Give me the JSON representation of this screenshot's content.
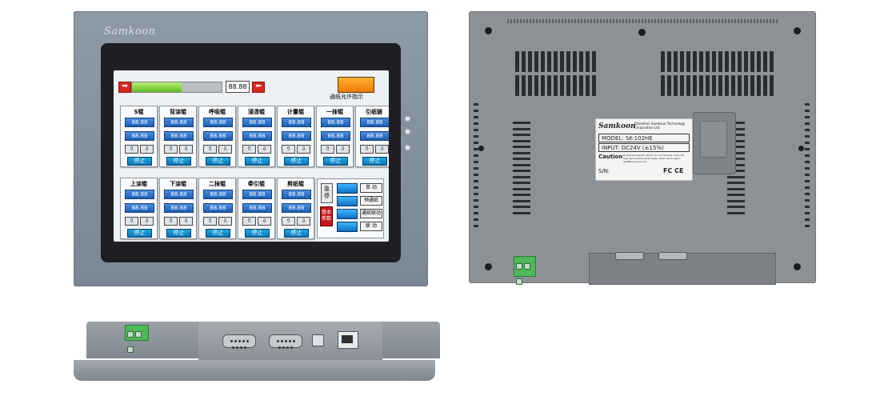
{
  "front": {
    "brand": "Samkoon",
    "screen": {
      "progress_value": "88.88",
      "progress_fraction": 0.55,
      "allow_label": "通纸允许指示",
      "cards_row1": [
        {
          "title": "S辊",
          "v1": "88.88",
          "v2": "88.88",
          "stop": "停止"
        },
        {
          "title": "背涂辊",
          "v1": "88.88",
          "v2": "88.88",
          "stop": "停止"
        },
        {
          "title": "呼吸辊",
          "v1": "88.88",
          "v2": "88.88",
          "stop": "停止"
        },
        {
          "title": "浸渍辊",
          "v1": "88.88",
          "v2": "88.88",
          "stop": "停止"
        },
        {
          "title": "计量辊",
          "v1": "88.88",
          "v2": "88.88",
          "stop": "停止"
        },
        {
          "title": "一抹辊",
          "v1": "88.88",
          "v2": "88.88",
          "stop": "停止"
        },
        {
          "title": "引纸链",
          "v1": "88.88",
          "v2": "88.88",
          "stop": "停止"
        }
      ],
      "cards_row2": [
        {
          "title": "上涂辊",
          "v1": "88.88",
          "v2": "88.88",
          "stop": "停止"
        },
        {
          "title": "下涂辊",
          "v1": "88.88",
          "v2": "88.88",
          "stop": "停止"
        },
        {
          "title": "二抹辊",
          "v1": "88.88",
          "v2": "88.88",
          "stop": "停止"
        },
        {
          "title": "牵引辊",
          "v1": "88.88",
          "v2": "88.88",
          "stop": "停止"
        },
        {
          "title": "剪纸辊",
          "v1": "88.88",
          "v2": "88.88",
          "stop": "停止"
        }
      ],
      "up_glyph": "⇧",
      "down_glyph": "⇩",
      "estop": "急停",
      "basic_param": "基本参数",
      "modes": [
        "单 动",
        "预通纸",
        "通纸联动",
        "联 动"
      ]
    }
  },
  "back": {
    "label": {
      "brand": "Samkoon",
      "company": "Shenzhen Samkoon Technology Corporation Ltd.",
      "model": "MODEL: SK-102HE",
      "input": "INPUT: DC24V (±15%)",
      "caution_title": "Caution",
      "caution_text": "To prevent electric shock, do not remove cover. No user serviceable parts inside. Refer servicing to qualified personnel.",
      "sn": "S/N:",
      "cert": "FC CE"
    }
  },
  "colors": {
    "panel": "#8e9aa6",
    "screen_bg": "#eef1f4",
    "value_blue": "#1c5fb5",
    "stop_blue": "#0a74b8",
    "lamp_orange": "#f07a00",
    "red": "#d8271f",
    "terminal_green": "#4fb85a"
  }
}
